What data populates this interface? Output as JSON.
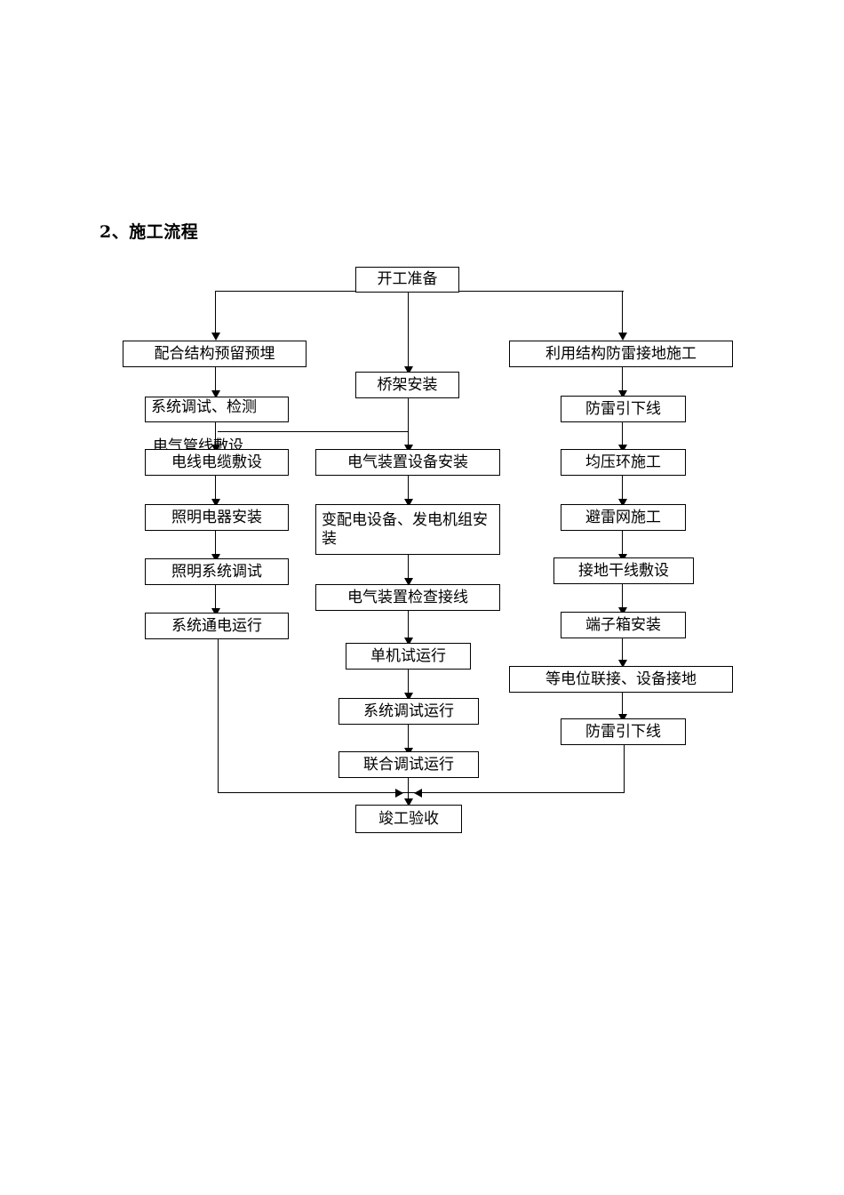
{
  "document": {
    "heading": "2、施工流程"
  },
  "flowchart": {
    "type": "flowchart",
    "start": {
      "label": "开工准备"
    },
    "end": {
      "label": "竣工验收"
    },
    "columns": [
      {
        "name": "left-branch",
        "nodes": [
          {
            "label": "配合结构预留预埋"
          },
          {
            "label": "系统调试、检测"
          },
          {
            "label": "电气管线敷设"
          },
          {
            "label": "电线电缆敷设"
          },
          {
            "label": "照明电器安装"
          },
          {
            "label": "照明系统调试"
          },
          {
            "label": "系统通电运行"
          }
        ]
      },
      {
        "name": "middle-branch",
        "nodes": [
          {
            "label": "桥架安装"
          },
          {
            "label": "电气装置设备安装"
          },
          {
            "label": "变配电设备、发电机组安装"
          },
          {
            "label": "电气装置检查接线"
          },
          {
            "label": "单机试运行"
          },
          {
            "label": "系统调试运行"
          },
          {
            "label": "联合调试运行"
          }
        ]
      },
      {
        "name": "right-branch",
        "nodes": [
          {
            "label": "利用结构防雷接地施工"
          },
          {
            "label": "防雷引下线"
          },
          {
            "label": "均压环施工"
          },
          {
            "label": "避雷网施工"
          },
          {
            "label": "接地干线敷设"
          },
          {
            "label": "端子箱安装"
          },
          {
            "label": "等电位联接、设备接地"
          },
          {
            "label": "防雷引下线"
          }
        ]
      }
    ]
  },
  "style": {
    "line_color": "#000000",
    "box_border": "#000000",
    "background": "#ffffff"
  }
}
